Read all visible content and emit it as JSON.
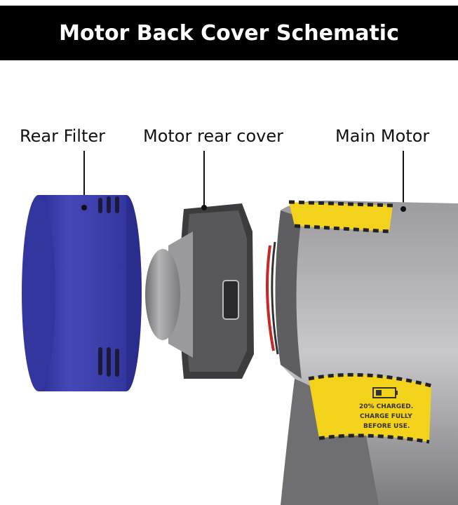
{
  "title": "Motor Back Cover Schematic",
  "labels": {
    "rear_filter": "Rear Filter",
    "motor_rear_cover": "Motor rear cover",
    "main_motor": "Main Motor"
  },
  "sticker": {
    "line1": "20% CHARGED.",
    "line2": "CHARGE FULLY",
    "line3": "BEFORE USE."
  },
  "colors": {
    "filter_blue": "#3d3fae",
    "housing_gray": "#8e8e90",
    "warning_yellow": "#f3d21c"
  }
}
